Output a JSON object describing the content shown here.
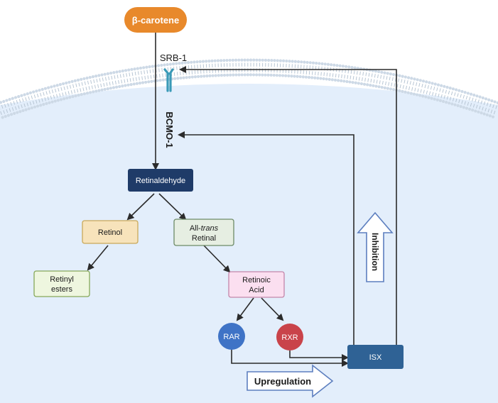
{
  "nodes": {
    "beta_carotene": "β-carotene",
    "srb1": "SRB-1",
    "bcmo1": "BCMO-1",
    "retinaldehyde": "Retinaldehyde",
    "retinol": "Retinol",
    "all_trans_prefix": "All-",
    "all_trans_italic": "trans",
    "all_trans_line2": "Retinal",
    "retinyl_line1": "Retinyl",
    "retinyl_line2": "esters",
    "retinoic_line1": "Retinoic",
    "retinoic_line2": "Acid",
    "rar": "RAR",
    "rxr": "RXR",
    "isx": "ISX"
  },
  "labels": {
    "inhibition": "Inhibition",
    "upregulation": "Upregulation"
  },
  "colors": {
    "cell_fill": "#e3eefb",
    "membrane_head": "#cdd9e6",
    "membrane_tail": "#b8c6d4",
    "beta_carotene": "#e8892b",
    "retinaldehyde": "#1f3b68",
    "retinol_fill": "#f7e3bb",
    "retinol_stroke": "#c9a95a",
    "all_trans_fill": "#e6eee2",
    "all_trans_stroke": "#6d8a67",
    "retinyl_fill": "#eef6df",
    "retinyl_stroke": "#86a859",
    "retinoic_fill": "#fbdff0",
    "retinoic_stroke": "#c486aa",
    "rar": "#3f73c6",
    "rxr": "#c9434a",
    "isx": "#2f6295",
    "receptor": "#3a9ab7",
    "block_arrow_fill": "#ffffff",
    "block_arrow_stroke": "#5d7fbf",
    "line": "#2b2b2b"
  }
}
